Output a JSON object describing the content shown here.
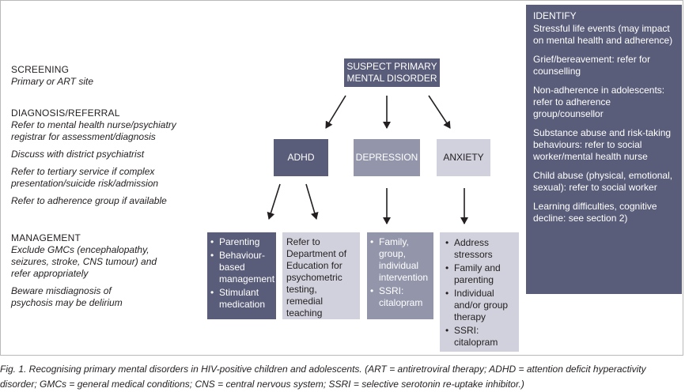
{
  "left": {
    "screening_title": "SCREENING",
    "screening_text": "Primary or ART site",
    "diagnosis_title": "DIAGNOSIS/REFERRAL",
    "diagnosis_items": [
      "Refer to mental health nurse/psychiatry registrar for assessment/diagnosis",
      "Discuss with district psychiatrist",
      "Refer to tertiary service if complex presentation/suicide risk/admission",
      "Refer to adherence group if available"
    ],
    "management_title": "MANAGEMENT",
    "management_items": [
      "Exclude GMCs (encephalopathy, seizures, stroke, CNS tumour) and refer appropriately",
      "Beware misdiagnosis of psychosis may be delirium"
    ]
  },
  "flow": {
    "top_box": "SUSPECT PRIMARY MENTAL DISORDER",
    "adhd": "ADHD",
    "depression": "DEPRESSION",
    "anxiety": "ANXIETY",
    "adhd_mgmt_a": [
      "Parenting",
      "Behaviour-based management",
      "Stimulant medication"
    ],
    "adhd_mgmt_b": "Refer to Department of Education for psychometric testing, remedial teaching",
    "depression_mgmt": [
      "Family, group, individual intervention",
      "SSRI: citalopram"
    ],
    "anxiety_mgmt": [
      "Address stressors",
      "Family and parenting",
      "Individual and/or group therapy",
      "SSRI: citalopram"
    ]
  },
  "identify": {
    "title": "IDENTIFY",
    "items": [
      "Stressful life events (may impact on mental health and adherence)",
      "Grief/bereavement: refer for counselling",
      "Non-adherence in adolescents: refer to adherence group/counsellor",
      "Substance abuse and risk-taking behaviours: refer to social worker/mental health nurse",
      "Child abuse (physical, emotional, sexual): refer to social worker",
      "Learning difficulties, cognitive decline: see section 2)"
    ]
  },
  "caption": "Fig. 1. Recognising primary mental disorders in HIV-positive children and adolescents. (ART = antiretroviral therapy; ADHD = attention deficit hyperactivity disorder; GMCs = general medical conditions; CNS = central nervous system; SSRI = selective serotonin re-uptake inhibitor.)",
  "colors": {
    "dark": "#5a5d7a",
    "mid": "#9396ab",
    "light": "#d0d1dc"
  }
}
